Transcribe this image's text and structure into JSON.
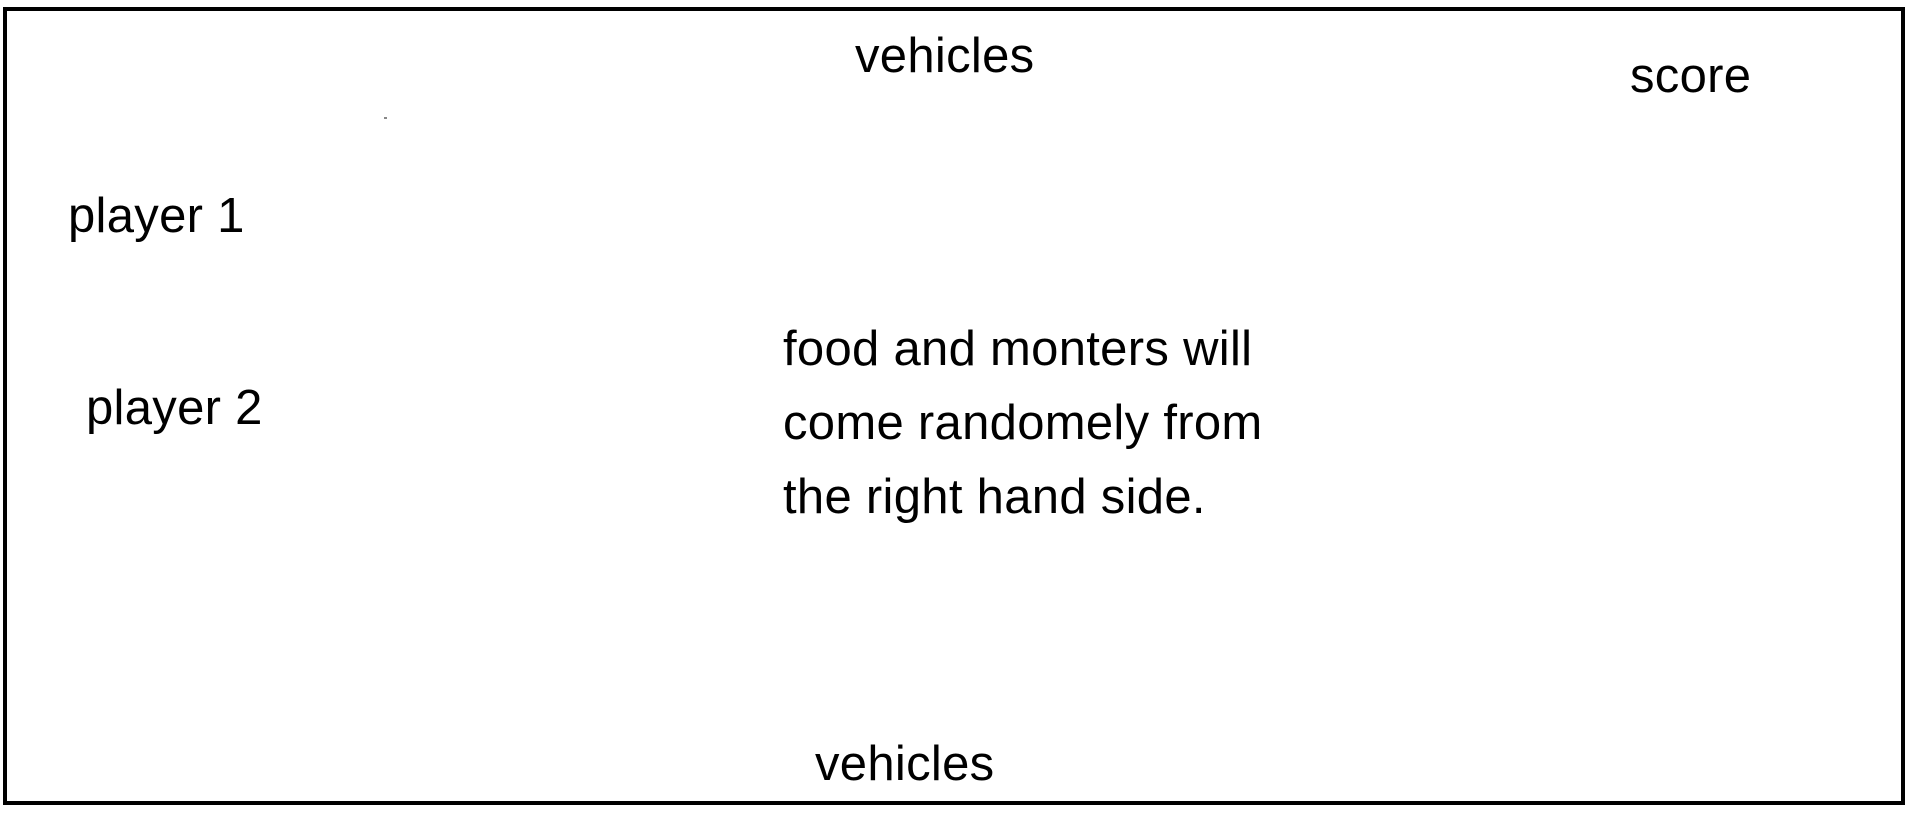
{
  "labels": {
    "vehicles_top": "vehicles",
    "score": "score",
    "player_1": "player 1",
    "player_2": "player 2",
    "vehicles_bottom": "vehicles"
  },
  "note": {
    "lines": [
      "food and monters will",
      "come randomely from",
      "the right hand side."
    ]
  },
  "colors": {
    "border": "#000000",
    "text": "#000000",
    "background": "#ffffff"
  }
}
